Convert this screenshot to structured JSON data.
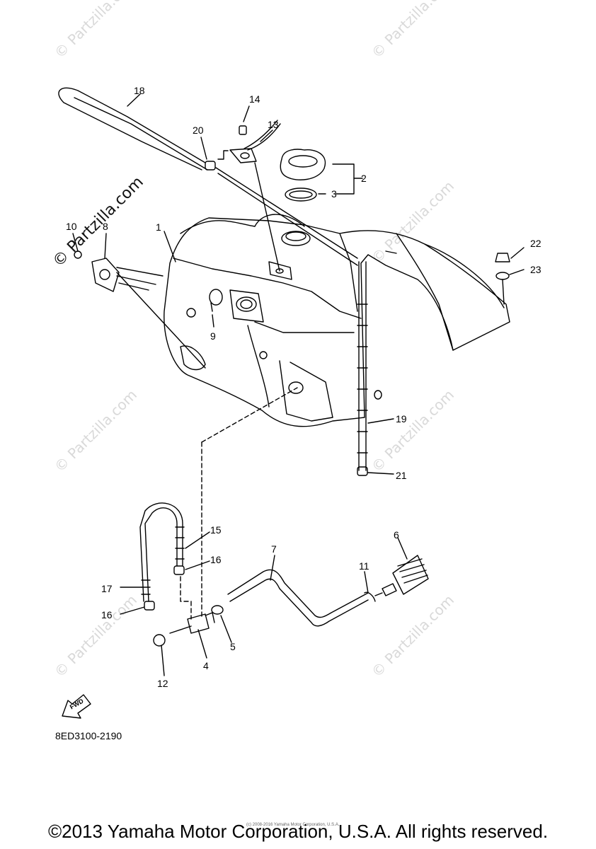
{
  "watermark": {
    "text": "© Partzilla.com"
  },
  "diagram": {
    "callouts": [
      "1",
      "2",
      "3",
      "4",
      "5",
      "6",
      "7",
      "8",
      "9",
      "10",
      "11",
      "12",
      "13",
      "14",
      "15",
      "16",
      "16",
      "17",
      "18",
      "19",
      "20",
      "21",
      "22",
      "23"
    ],
    "fwd_label": "FWD",
    "diagram_code": "8ED3100-2190",
    "small_notice": "(c) 2008-2016 Yamaha Motor Corporation, U.S.A."
  },
  "footer": {
    "copyright": "©2013 Yamaha Motor Corporation, U.S.A. All rights reserved."
  }
}
